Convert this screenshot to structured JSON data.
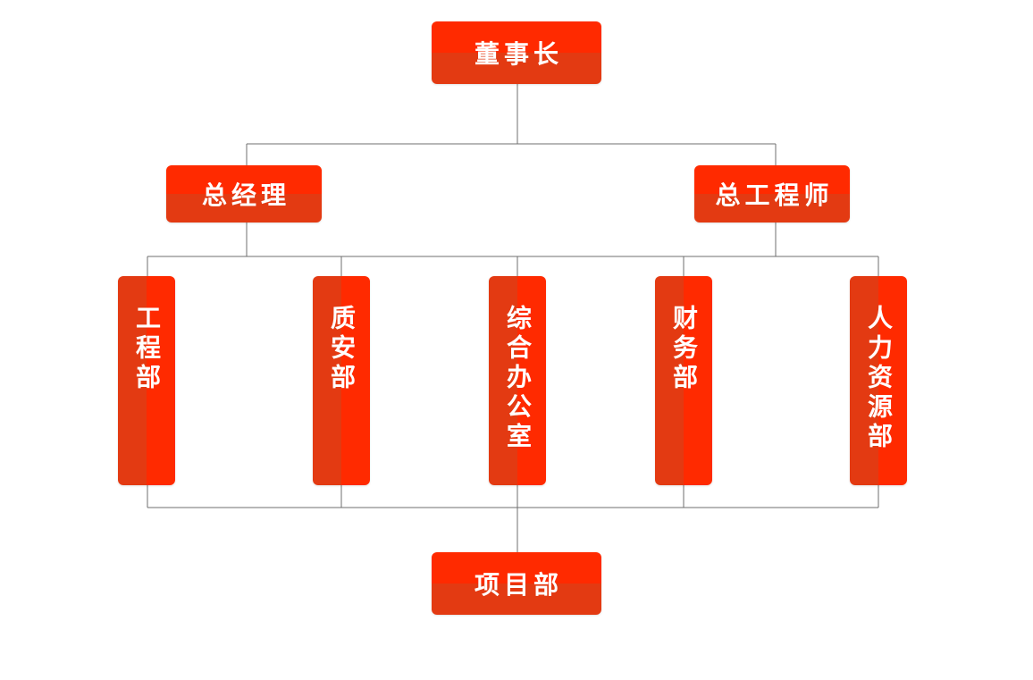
{
  "colors": {
    "box_top": "#ff2a00",
    "box_bottom": "#e33a12",
    "text": "#ffffff",
    "connector": "#6f6f6f"
  },
  "org": {
    "chairman": "董事长",
    "general_manager": "总经理",
    "chief_engineer": "总工程师",
    "departments": [
      {
        "id": "engineering",
        "label": "工程部"
      },
      {
        "id": "quality-safety",
        "label": "质安部"
      },
      {
        "id": "general-office",
        "label": "综合办公室"
      },
      {
        "id": "finance",
        "label": "财务部"
      },
      {
        "id": "human-resources",
        "label": "人力资源部"
      }
    ],
    "project": "项目部"
  }
}
